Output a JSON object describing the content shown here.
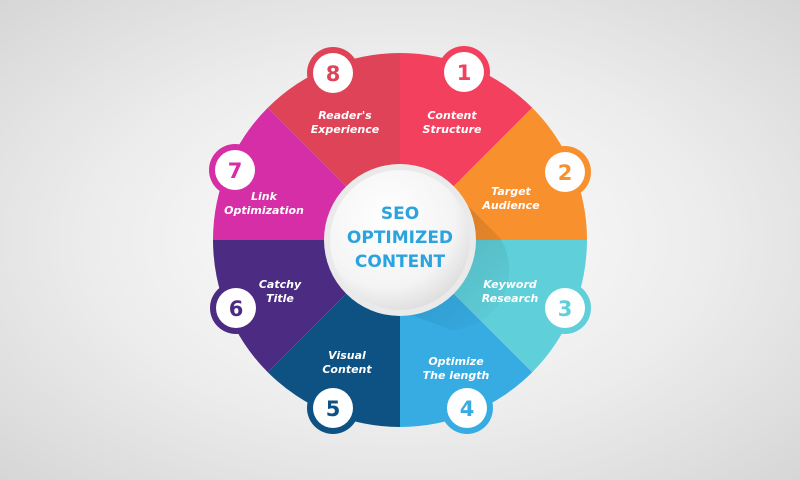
{
  "center": {
    "lines": [
      "SEO",
      "OPTIMIZED",
      "CONTENT"
    ],
    "color": "#2ba3df"
  },
  "segments": [
    {
      "number": "1",
      "lines": [
        "Content",
        "Structure"
      ],
      "color": "#f2405e"
    },
    {
      "number": "2",
      "lines": [
        "Target",
        "Audience"
      ],
      "color": "#f8902e"
    },
    {
      "number": "3",
      "lines": [
        "Keyword",
        "Research"
      ],
      "color": "#5fd0da"
    },
    {
      "number": "4",
      "lines": [
        "Optimize",
        "The length"
      ],
      "color": "#36ace3"
    },
    {
      "number": "5",
      "lines": [
        "Visual",
        "Content"
      ],
      "color": "#0e5283"
    },
    {
      "number": "6",
      "lines": [
        "Catchy",
        "Title"
      ],
      "color": "#4b2c82"
    },
    {
      "number": "7",
      "lines": [
        "Link",
        "Optimization"
      ],
      "color": "#d62ea6"
    },
    {
      "number": "8",
      "lines": [
        "Reader's",
        "Experience"
      ],
      "color": "#df4358"
    }
  ]
}
